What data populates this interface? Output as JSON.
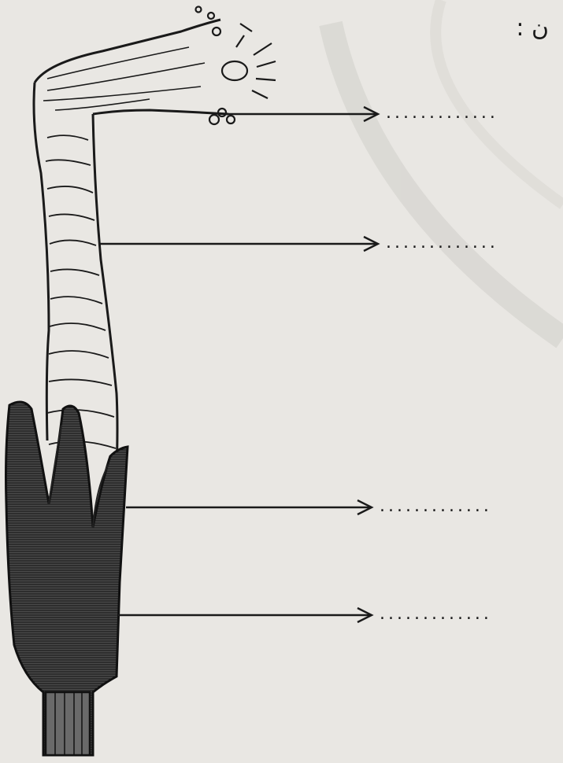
{
  "header": {
    "text": "ن :"
  },
  "labels": [
    {
      "id": "label-1",
      "answer": "",
      "placeholder": "............."
    },
    {
      "id": "label-2",
      "answer": "",
      "placeholder": "............."
    },
    {
      "id": "label-3",
      "answer": "",
      "placeholder": "............."
    },
    {
      "id": "label-4",
      "answer": "",
      "placeholder": "............."
    }
  ],
  "colors": {
    "ink": "#1a1a1a",
    "paper": "#e9e7e3",
    "shade": "#3a3a3a"
  }
}
